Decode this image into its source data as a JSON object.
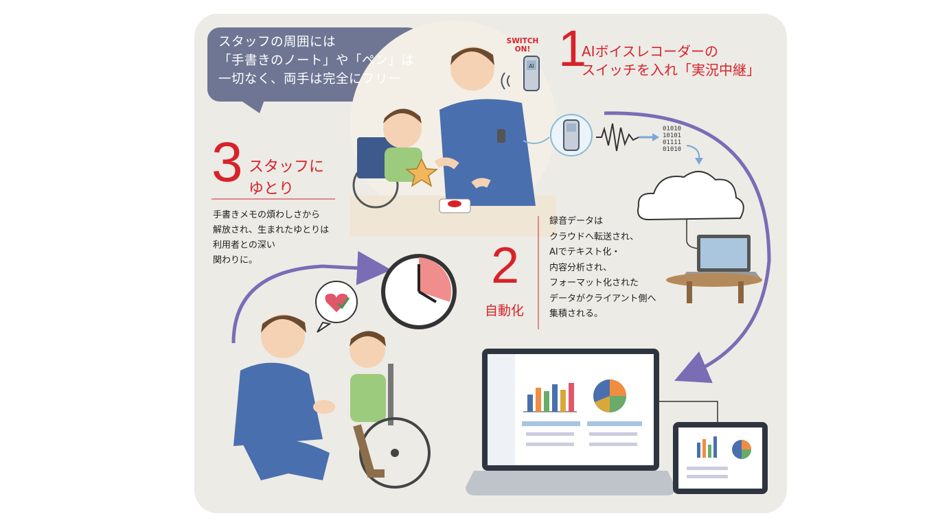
{
  "speech_bubble": {
    "text": "スタッフの周囲には\n「手書きのノート」や「ペン」は\n一切なく、両手は完全にフリー"
  },
  "switch_badge": {
    "text": "SWITCH\nON!"
  },
  "recorder_label": "AI",
  "binary_text": [
    "01010",
    "10101",
    "01111",
    "01010"
  ],
  "step1": {
    "number": "1",
    "label": "AIボイスレコーダーの\nスイッチを入れ「実況中継」"
  },
  "step2": {
    "number": "2",
    "label": "自動化",
    "description": "録音データは\nクラウドへ転送され、\nAIでテキスト化・\n内容分析され、\nフォーマット化された\nデータがクライアント側へ\n集積される。"
  },
  "step3": {
    "number": "3",
    "label": "スタッフに\nゆとり",
    "description": "手書きメモの煩わしさから\n解放され、生まれたゆとりは\n利用者との深い\n関わりに。"
  },
  "colors": {
    "accent_red": "#d8222a",
    "arrow_purple": "#7a6cb5",
    "bubble_slate": "#6e7693",
    "scrubs_blue": "#4a6fae",
    "shirt_green": "#9ccb7e"
  },
  "icons": [
    "voice-recorder-icon",
    "cloud-icon",
    "laptop-icon",
    "clock-icon",
    "heart-check-icon",
    "bar-chart-icon",
    "pie-chart-icon",
    "tablet-icon"
  ]
}
